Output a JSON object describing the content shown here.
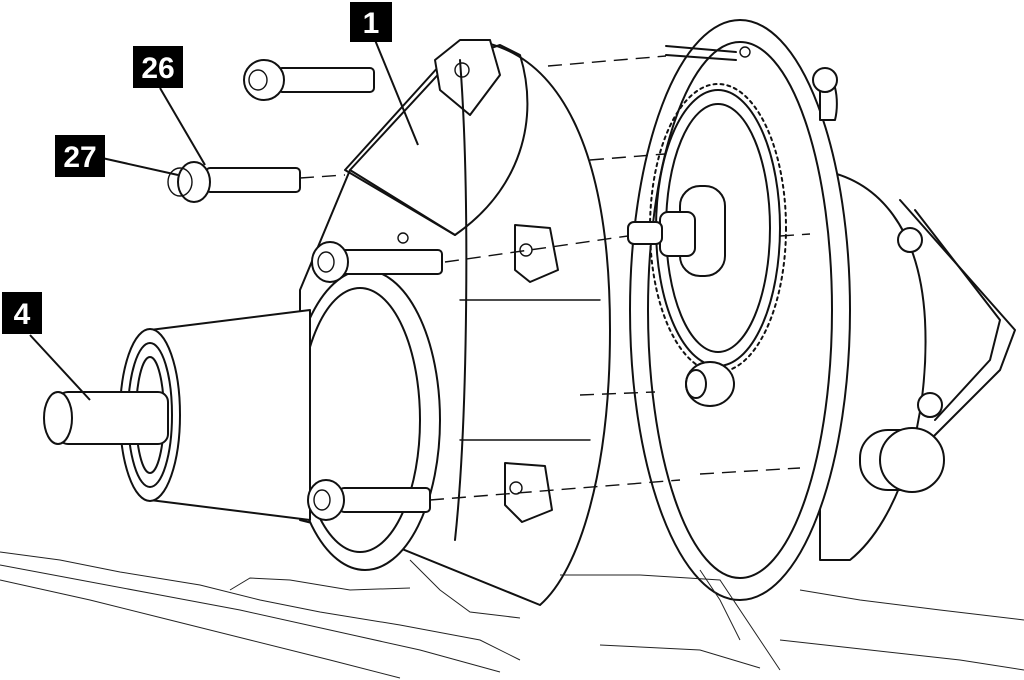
{
  "callouts": [
    {
      "id": "cover",
      "label": "1"
    },
    {
      "id": "washer",
      "label": "26"
    },
    {
      "id": "bolt",
      "label": "27"
    },
    {
      "id": "shaft",
      "label": "4"
    }
  ]
}
